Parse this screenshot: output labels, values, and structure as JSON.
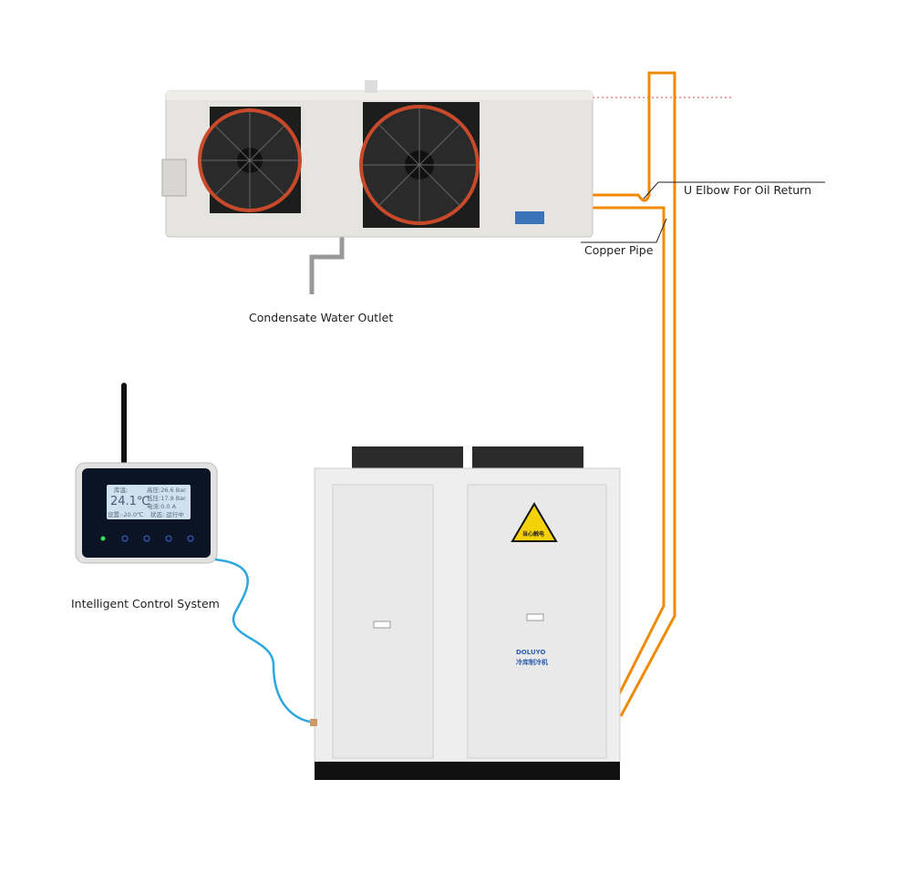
{
  "labels": {
    "u_elbow": "U Elbow For Oil Return",
    "copper_pipe": "Copper Pipe",
    "condensate": "Condensate Water Outlet",
    "control": "Intelligent Control System"
  },
  "controller_display": {
    "room_temp_label": "库温:",
    "room_temp": "24.1℃",
    "high_pressure": "高压:26.6 Bar",
    "low_pressure": "低压:17.9 Bar",
    "current": "电流:0.0 A",
    "setpoint": "设置:-20.0℃",
    "status": "状态: 运行中"
  },
  "condensing_unit": {
    "warning_sign": "当心触电",
    "brand": "DOLUYO",
    "brand_cn": "冷库制冷机"
  },
  "colors": {
    "pipe": "#f08a00",
    "cable": "#2aa7e0",
    "dotted_line": "#e04040"
  }
}
